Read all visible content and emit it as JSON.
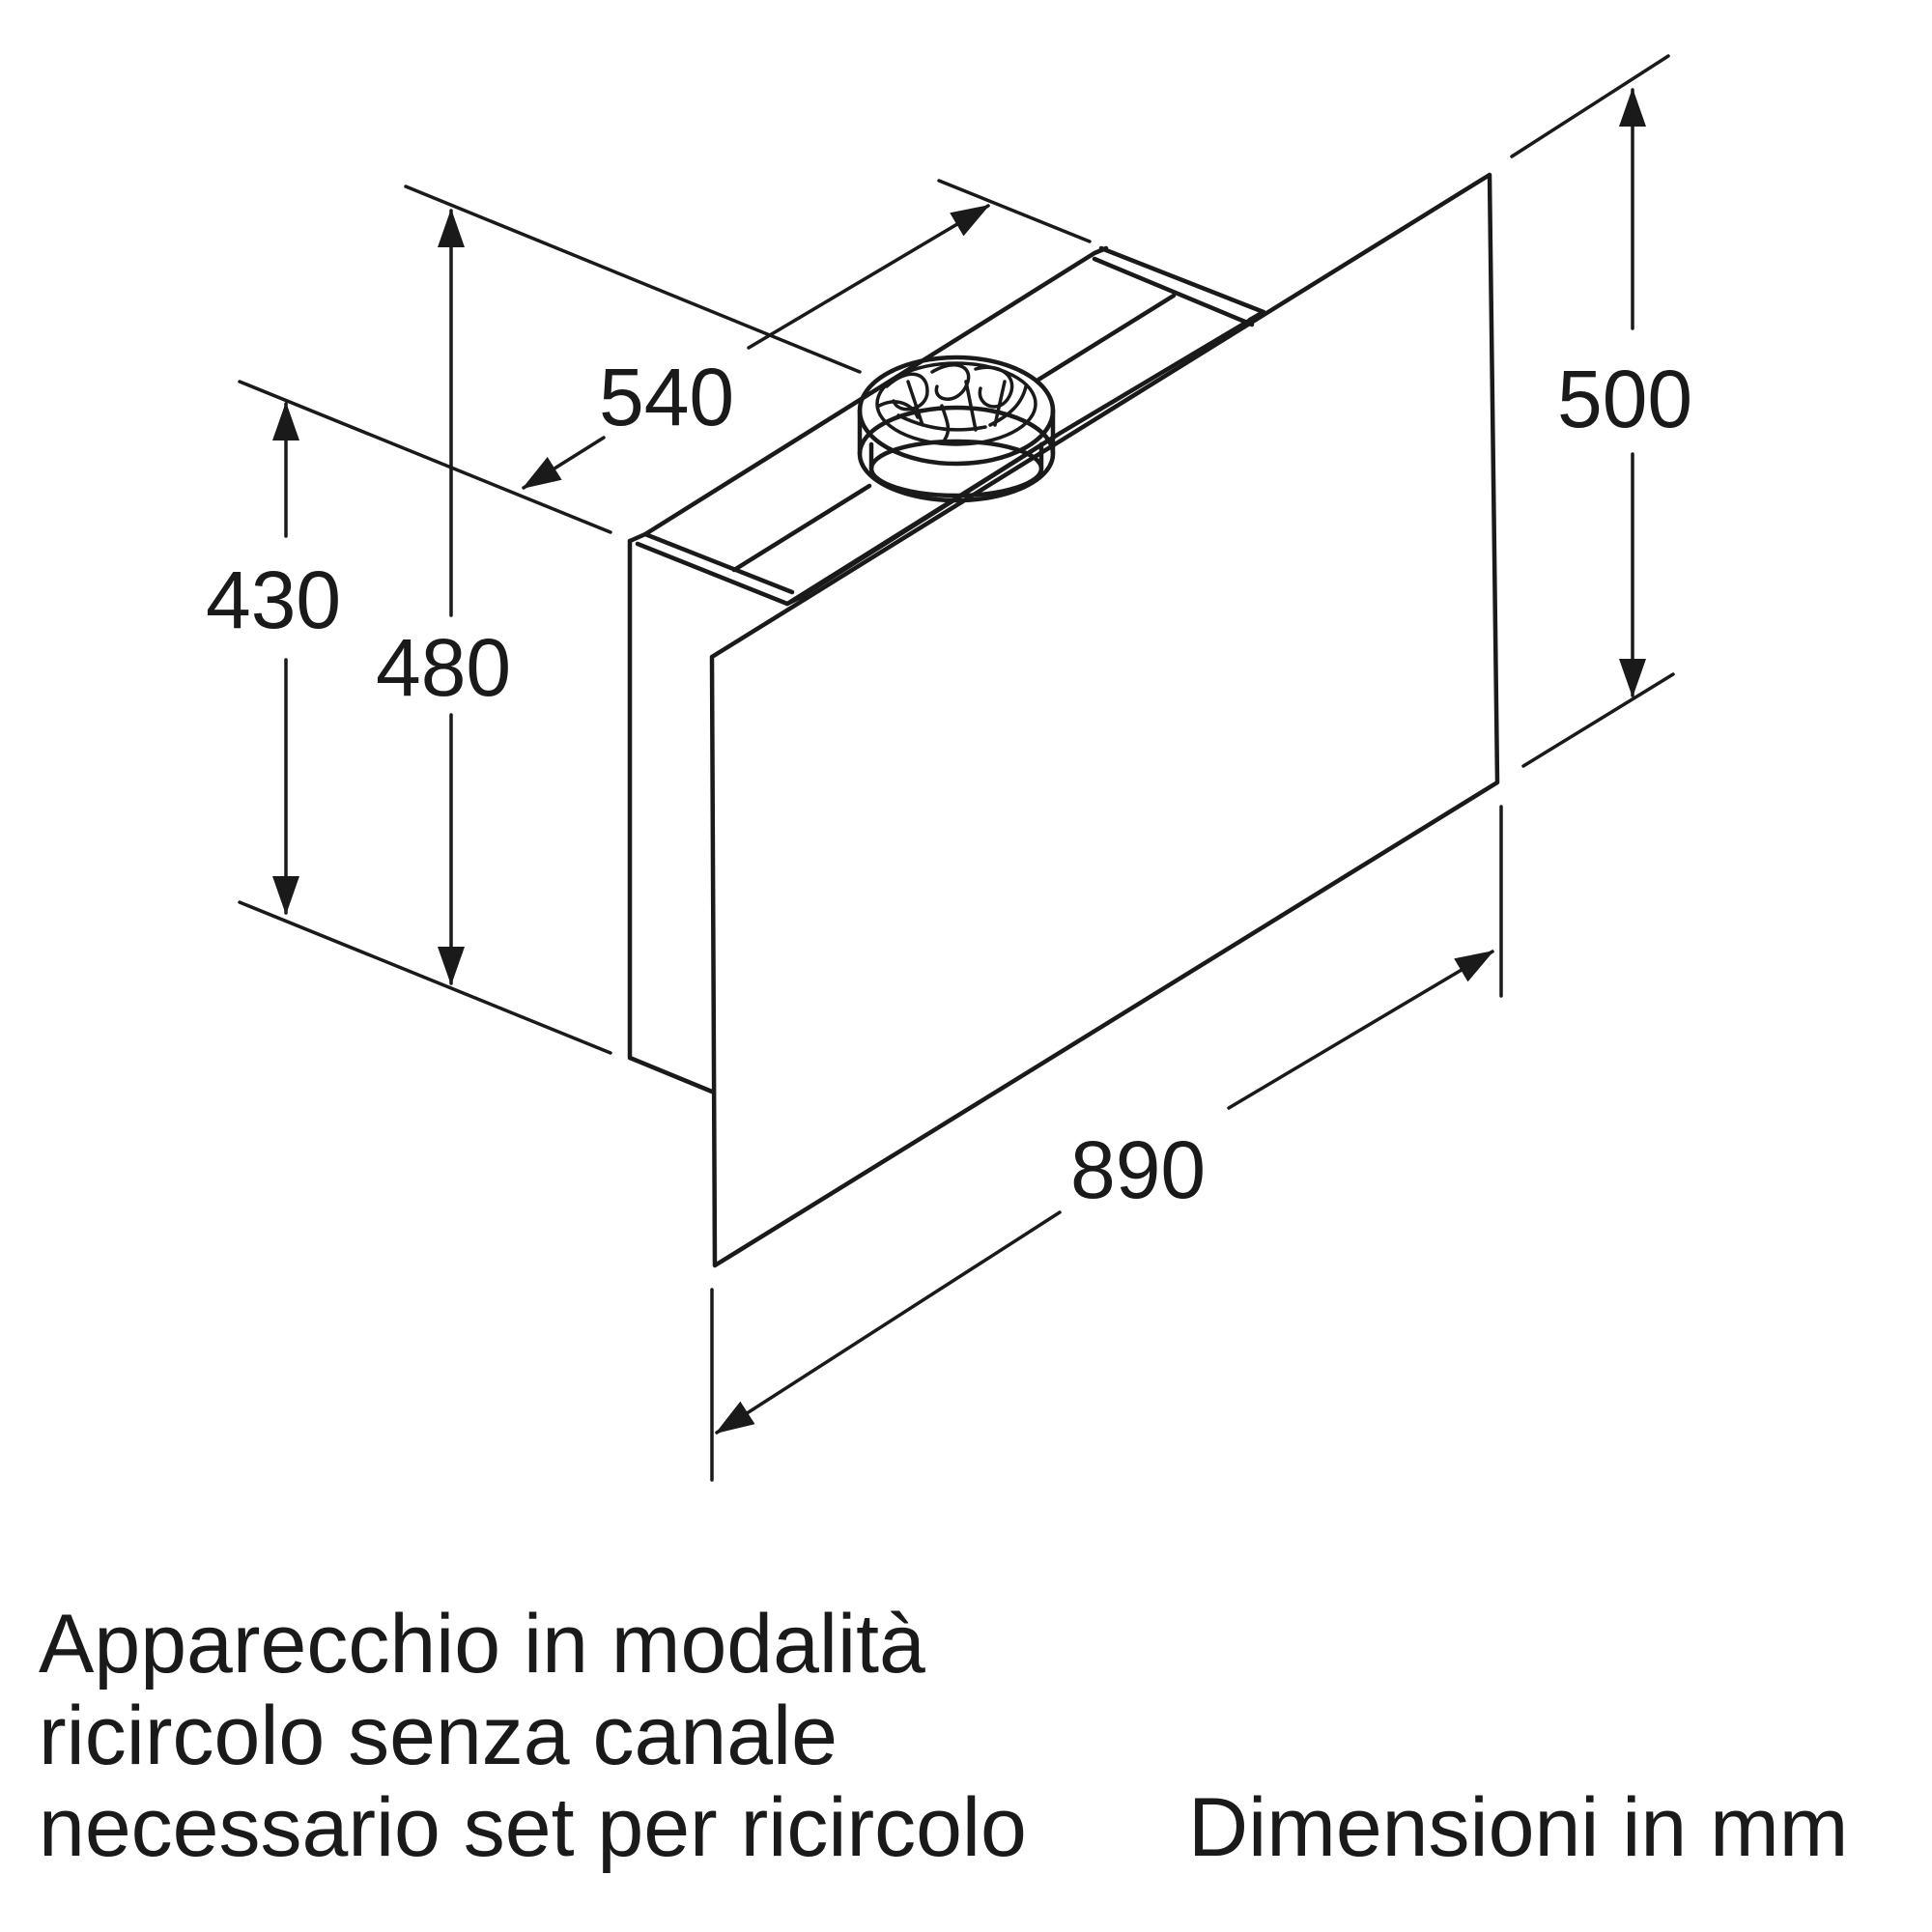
{
  "dimensions": {
    "depth_top": "540",
    "height_right": "500",
    "height_left": "430",
    "height_mid": "480",
    "width": "890"
  },
  "caption": {
    "line1": "Apparecchio in modalità",
    "line2": "ricircolo senza canale",
    "line3": "necessario set per ricircolo"
  },
  "units_label": "Dimensioni in mm",
  "colors": {
    "ink": "#1a1a1a",
    "background": "#ffffff"
  },
  "icons": [
    "arrow-icon",
    "filter-grille-icon"
  ]
}
